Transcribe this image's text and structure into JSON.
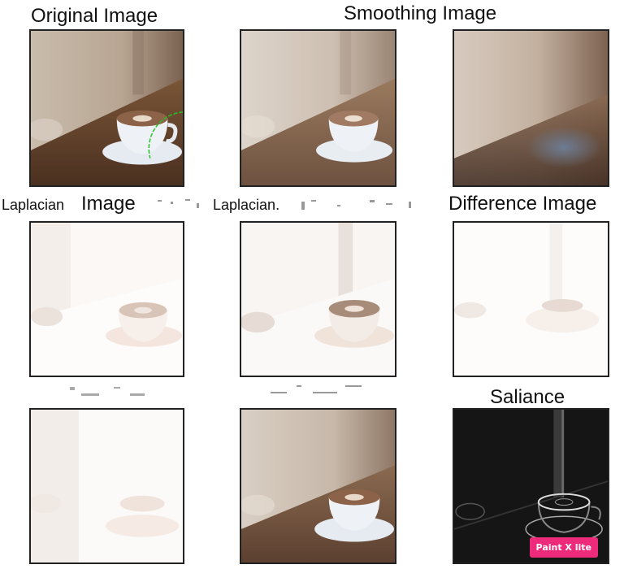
{
  "labels": {
    "original": "Original Image",
    "smoothing": "Smoothing Image",
    "laplacian1_a": "Laplacian",
    "laplacian1_b": "Image",
    "laplacian2": "Laplacian.",
    "difference": "Difference Image",
    "saliance": "Saliance"
  },
  "badge": "Paint X lite",
  "colors": {
    "wood": "#6b4a2e",
    "wall": "#cdbfae",
    "cup": "#e8edf3",
    "coffee": "#8c6248",
    "annotation_circle": "#22c022",
    "badge": "#ee2a7b"
  }
}
